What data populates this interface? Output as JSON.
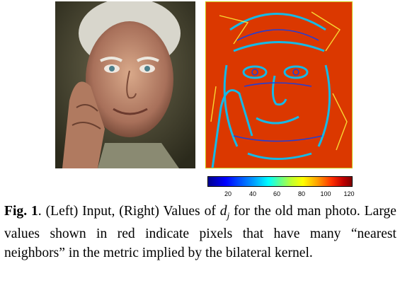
{
  "figure": {
    "colorbar": {
      "ticks": [
        "20",
        "40",
        "60",
        "80",
        "100",
        "120"
      ],
      "colors": [
        "#000090",
        "#0000ff",
        "#00a0ff",
        "#00ffff",
        "#c0ff30",
        "#ffff00",
        "#ffa000",
        "#ff3000",
        "#800000"
      ]
    }
  },
  "caption": {
    "label": "Fig. 1",
    "lines": [
      ". (Left) Input, (Right) Values of ",
      "d",
      "j",
      " for the old man photo. Large values shown in red indicate pixels that have many “nearest neighbors” in the metric implied by the bilateral kernel."
    ]
  }
}
